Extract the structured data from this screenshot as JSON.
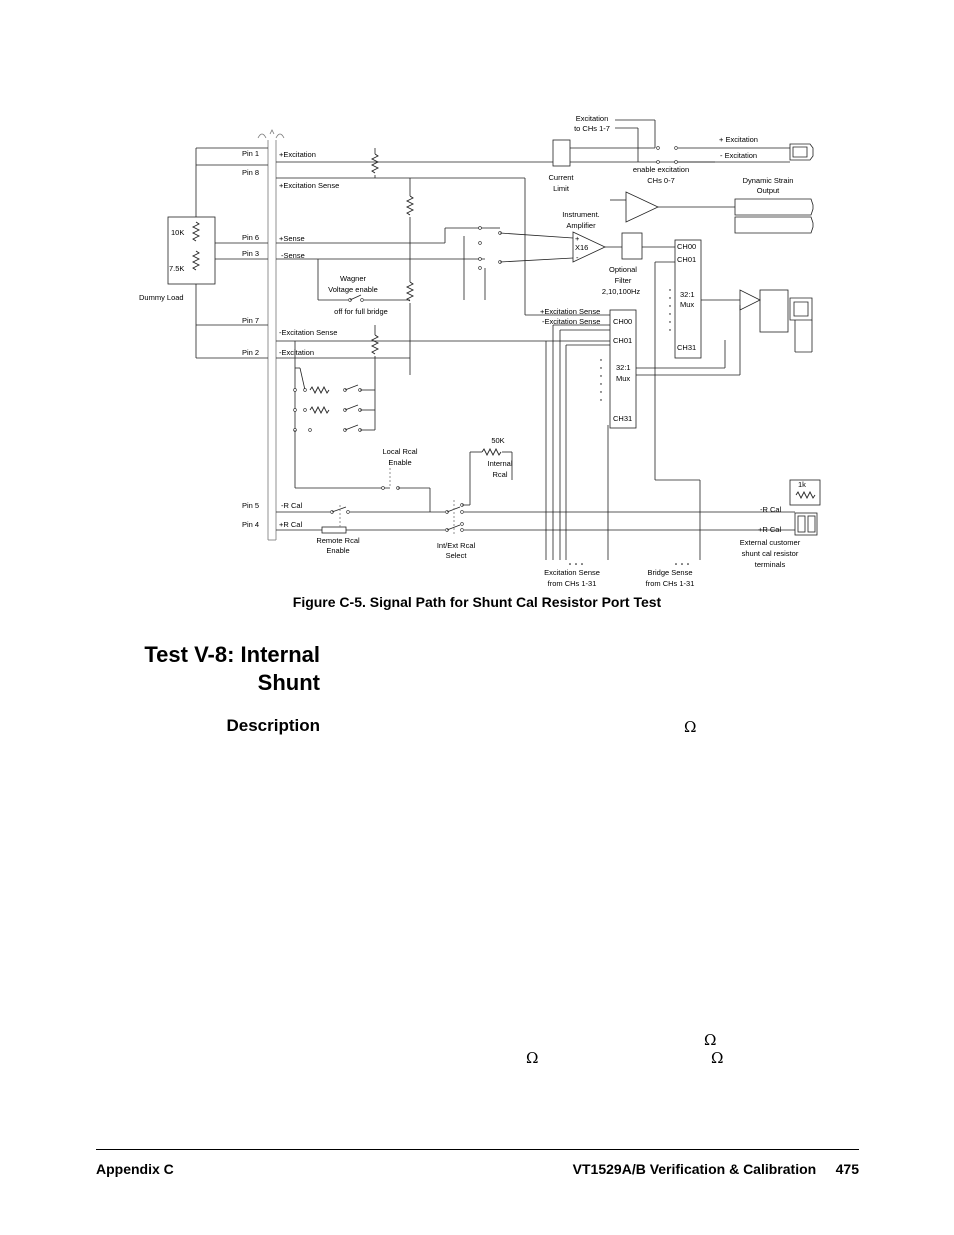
{
  "figure": {
    "caption": "Figure C-5. Signal Path for Shunt Cal Resistor Port Test",
    "labels": {
      "pin1": "Pin 1",
      "pin8": "Pin 8",
      "pin6": "Pin 6",
      "pin3": "Pin 3",
      "pin7": "Pin 7",
      "pin2": "Pin 2",
      "pin5": "Pin 5",
      "pin4": "Pin 4",
      "plus_excitation": "+Excitation",
      "plus_excitation_sense": "+Excitation Sense",
      "plus_sense": "+Sense",
      "minus_sense": "-Sense",
      "minus_excitation_sense": "-Excitation Sense",
      "minus_excitation": "-Excitation",
      "minus_rcal": "-R Cal",
      "plus_rcal": "+R Cal",
      "r10k": "10K",
      "r7_5k": "7.5K",
      "dummy_load": "Dummy Load",
      "wagner_1": "Wagner",
      "wagner_2": "Voltage enable",
      "wagner_3": "off for full bridge",
      "excitation_to_1": "Excitation",
      "excitation_to_2": "to CHs 1-7",
      "current_limit_1": "Current",
      "current_limit_2": "Limit",
      "enable_exc_1": "enable excitation",
      "enable_exc_2": "CHs 0-7",
      "out_plus_exc": "+ Excitation",
      "out_minus_exc": "-  Excitation",
      "dyn_strain_1": "Dynamic Strain",
      "dyn_strain_2": "Output",
      "inst_amp_1": "Instrument.",
      "inst_amp_2": "Amplifier",
      "amp_plus": "+",
      "amp_gain": "X16",
      "amp_minus": "-",
      "filter_1": "Optional",
      "filter_2": "Filter",
      "filter_3": "2,10,100Hz",
      "mux_r_ch00": "CH00",
      "mux_r_ch01": "CH01",
      "mux_r_32": "32:1",
      "mux_r_mux": "Mux",
      "mux_r_ch31": "CH31",
      "exc_sense_plus": "+Excitation Sense",
      "exc_sense_minus": "-Excitation Sense",
      "mux_l_ch00": "CH00",
      "mux_l_ch01": "CH01",
      "mux_l_32": "32:1",
      "mux_l_mux": "Mux",
      "mux_l_ch31": "CH31",
      "local_rcal_1": "Local Rcal",
      "local_rcal_2": "Enable",
      "r50k": "50K",
      "internal_rcal_1": "Internal",
      "internal_rcal_2": "Rcal",
      "remote_rcal_1": "Remote Rcal",
      "remote_rcal_2": "Enable",
      "int_ext_1": "Int/Ext Rcal",
      "int_ext_2": "Select",
      "exc_sense_from_1": "Excitation Sense",
      "exc_sense_from_2": "from CHs 1-31",
      "bridge_sense_1": "Bridge Sense",
      "bridge_sense_2": "from CHs 1-31",
      "r1k": "1k",
      "ext_minus_rcal": "-R Cal",
      "ext_plus_rcal": "+R Cal",
      "ext_cust_1": "External customer",
      "ext_cust_2": "shunt cal resistor",
      "ext_cust_3": "terminals"
    }
  },
  "heading": {
    "line1": "Test V-8: Internal",
    "line2": "Shunt"
  },
  "section": {
    "title": "Description"
  },
  "symbols": {
    "omega": "Ω"
  },
  "footer": {
    "left": "Appendix C",
    "right": "VT1529A/B Verification & Calibration     475"
  }
}
